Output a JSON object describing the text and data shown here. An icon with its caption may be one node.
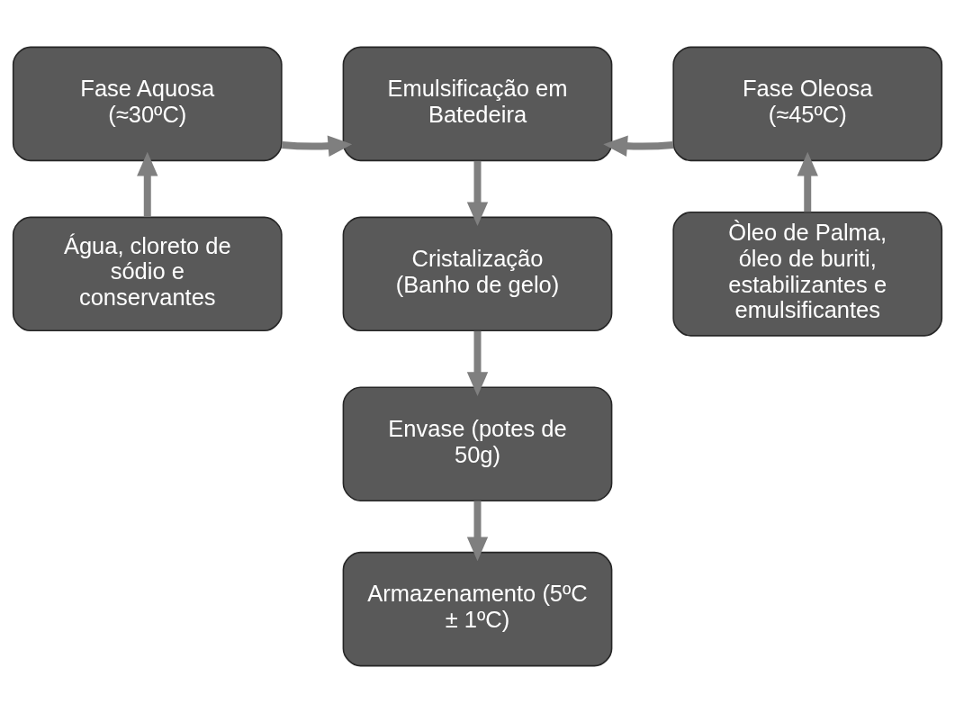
{
  "diagram": {
    "nodes": [
      {
        "text": [
          "Fase Aquosa (≈30ºC)"
        ]
      },
      {
        "text": [
          "Emulsificação em Batedeira"
        ]
      },
      {
        "text": [
          "Fase Oleosa (≈45ºC)"
        ]
      },
      {
        "text": [
          "Água, cloreto de sódio e conservantes"
        ]
      },
      {
        "text": [
          "Cristalização (Banho de gelo)"
        ]
      },
      {
        "text": [
          "Òleo de Palma, óleo de buriti, estabilizantes e emulsificantes"
        ]
      },
      {
        "text": [
          "Envase (potes de 50g)"
        ]
      },
      {
        "text": [
          "Armazenamento (5ºC ± 1ºC)"
        ]
      }
    ],
    "edges": [
      {
        "from": 0,
        "to": 1,
        "arrow": "to"
      },
      {
        "from": 2,
        "to": 1,
        "arrow": "to"
      },
      {
        "from": 3,
        "to": 0,
        "arrow": "to"
      },
      {
        "from": 1,
        "to": 4,
        "arrow": "to"
      },
      {
        "from": 5,
        "to": 2,
        "arrow": "to"
      },
      {
        "from": 4,
        "to": 6,
        "arrow": "to"
      },
      {
        "from": 6,
        "to": 7,
        "arrow": "to"
      }
    ]
  }
}
